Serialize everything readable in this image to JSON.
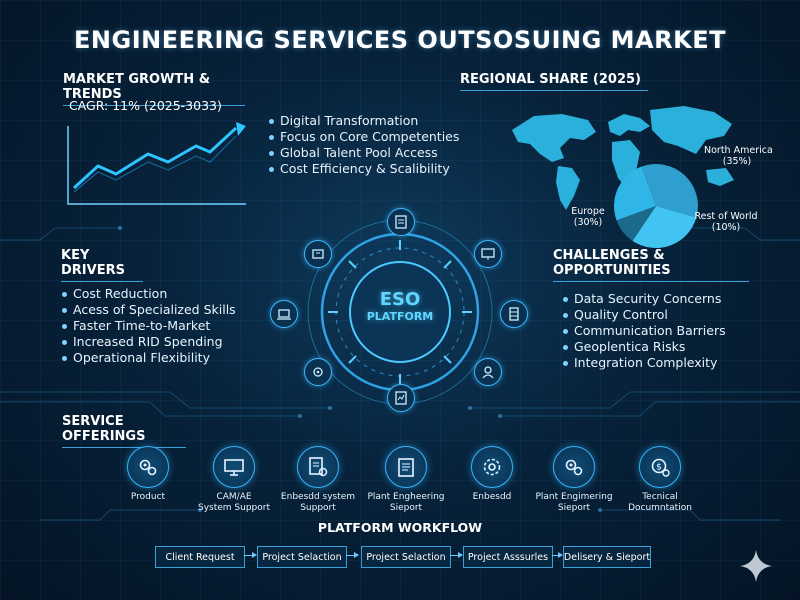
{
  "title": "ENGINEERING SERVICES OUTSOSUING MARKET",
  "growth": {
    "heading": "MARKET GROWTH & TRENDS",
    "cagr": "CAGR: 11% (2025-3033)",
    "items": [
      "Digital Transformation",
      "Focus on Core Competenties",
      "Global Talent Pool Access",
      "Cost Efficiency & Scalibility"
    ]
  },
  "regional": {
    "heading": "REGIONAL SHARE (2025)",
    "north_america_name": "North America",
    "north_america_value": "(35%)",
    "europe_name": "Europe",
    "europe_value": "(30%)",
    "rest_name": "Rest of World",
    "rest_value": "(10%)",
    "shares": [
      35,
      30,
      10
    ]
  },
  "drivers": {
    "heading": "KEY DRIVERS",
    "items": [
      "Cost Reduction",
      "Acess of Specialized Skills",
      "Faster Time-to-Market",
      "Increased RID Spending",
      "Operational Flexibility"
    ]
  },
  "challenges": {
    "heading": "CHALLENGES & OPPORTUNITIES",
    "items": [
      "Data Security Concerns",
      "Quality Control",
      "Communication Barriers",
      "Geoplentica Risks",
      "Integration Complexity"
    ]
  },
  "platform": {
    "line1": "ESO",
    "line2": "PLATFORM"
  },
  "services": {
    "heading": "SERVICE OFFERINGS",
    "items": [
      {
        "line1": "Product",
        "line2": "",
        "icon": "gears-icon"
      },
      {
        "line1": "CAM/AE",
        "line2": "System Support",
        "icon": "monitor-icon"
      },
      {
        "line1": "Enbesdd system",
        "line2": "Support",
        "icon": "document-gear-icon"
      },
      {
        "line1": "Plant Engheering",
        "line2": "Sieport",
        "icon": "clipboard-icon"
      },
      {
        "line1": "Enbesdd",
        "line2": "",
        "icon": "gear-cycle-icon"
      },
      {
        "line1": "Plant Engimering",
        "line2": "Sieport",
        "icon": "gears-icon"
      },
      {
        "line1": "Tecnical",
        "line2": "Documntation",
        "icon": "dollar-gear-icon"
      }
    ]
  },
  "workflow": {
    "heading": "PLATFORM WORKFLOW",
    "steps": [
      "Client Request",
      "Project Selaction",
      "Project Selaction",
      "Project Asssurles",
      "Delisery & Sieport"
    ]
  },
  "colors": {
    "accent": "#35b6ff",
    "map": "#2fc0ee",
    "background": "#07223a"
  }
}
